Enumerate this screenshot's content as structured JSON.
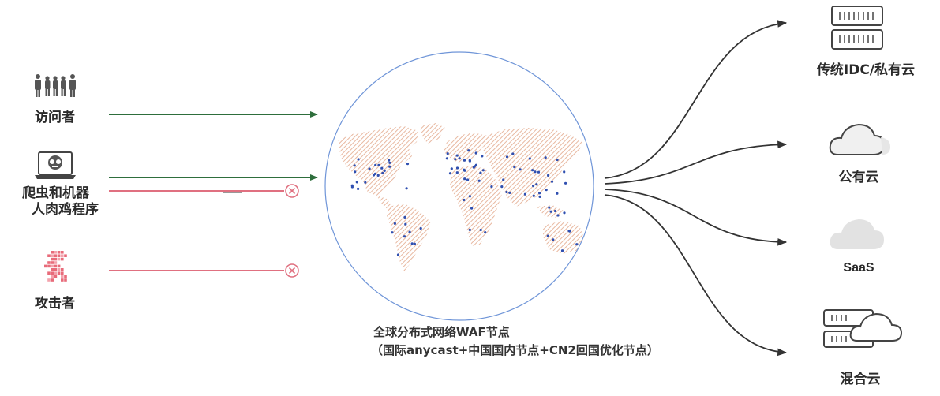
{
  "sources": {
    "visitors": "访问者",
    "bots_line1": "爬虫和机器",
    "bots_line2": "人肉鸡程序",
    "attackers": "攻击者"
  },
  "center": {
    "title": "全球分布式网络WAF节点",
    "subtitle": "（国际anycast+中国国内节点+CN2回国优化节点）"
  },
  "targets": {
    "idc": "传统IDC/私有云",
    "public_cloud": "公有云",
    "saas": "SaaS",
    "hybrid": "混合云"
  },
  "colors": {
    "allowed_arrow": "#2e6e3c",
    "blocked_line": "#e07080",
    "globe_border": "#6f95d8",
    "land_hatch": "#e8b8a0",
    "node_dot": "#2f4fb0",
    "output_arrow": "#333333",
    "icon_gray": "#555555",
    "cloud_gray": "#e2e2e2"
  }
}
